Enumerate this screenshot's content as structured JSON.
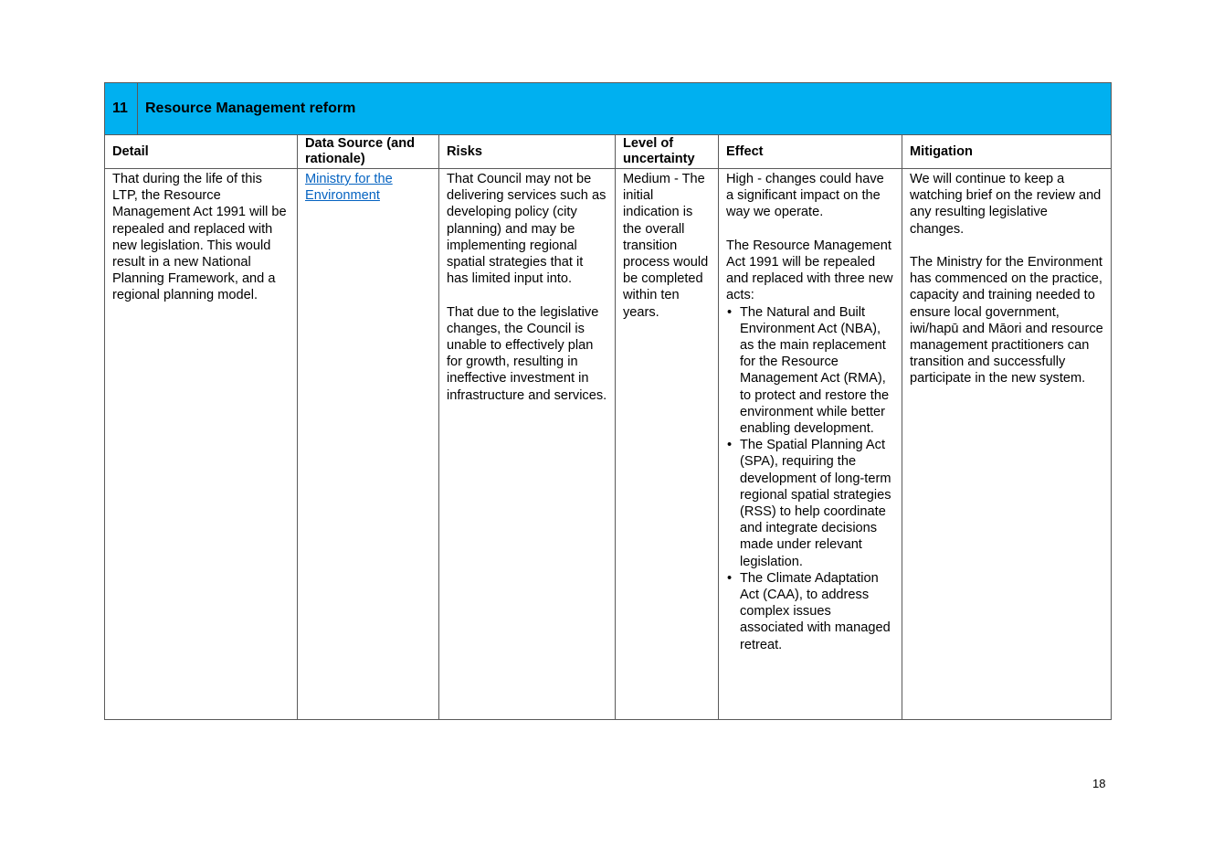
{
  "section": {
    "number": "11",
    "title": "Resource Management reform"
  },
  "columns": {
    "detail": "Detail",
    "data_source": "Data Source (and rationale)",
    "risks": "Risks",
    "uncertainty": "Level of uncertainty",
    "effect": "Effect",
    "mitigation": "Mitigation"
  },
  "row": {
    "detail": "That during the life of this LTP, the Resource Management Act 1991 will be repealed and replaced with new legislation. This would result in a new National Planning Framework, and a regional planning model.",
    "data_source_link": "Ministry for the Environment",
    "risks": [
      "That Council may not be delivering services such as developing policy (city planning) and may be implementing regional spatial strategies that it has limited input into.",
      "That due to the legislative changes, the Council is unable to effectively plan for growth, resulting in ineffective investment in infrastructure and services."
    ],
    "uncertainty": "Medium - The initial indication is the overall transition process would be completed within ten years.",
    "effect_intro": [
      "High - changes could have a significant impact on the way we operate.",
      "The Resource Management Act 1991 will be repealed and replaced with three new acts:"
    ],
    "effect_bullets": [
      "The Natural and Built Environment Act (NBA), as the main replacement for the Resource Management Act (RMA), to protect and restore the environment while better enabling development.",
      "The Spatial Planning Act (SPA), requiring the development of long-term regional spatial strategies (RSS) to help coordinate and integrate decisions made under relevant legislation.",
      "The Climate Adaptation Act (CAA), to address complex issues associated with managed retreat."
    ],
    "mitigation": [
      "We will continue to keep a watching brief on the review and any resulting legislative changes.",
      "The Ministry for the Environment has commenced on the practice, capacity and training needed to ensure local government, iwi/hapū and Māori and resource management practitioners can transition and successfully participate in the new system."
    ]
  },
  "page_number": "18",
  "colors": {
    "title_band": "#00b0f0",
    "link": "#0563c1",
    "border": "#5a5a5a"
  }
}
